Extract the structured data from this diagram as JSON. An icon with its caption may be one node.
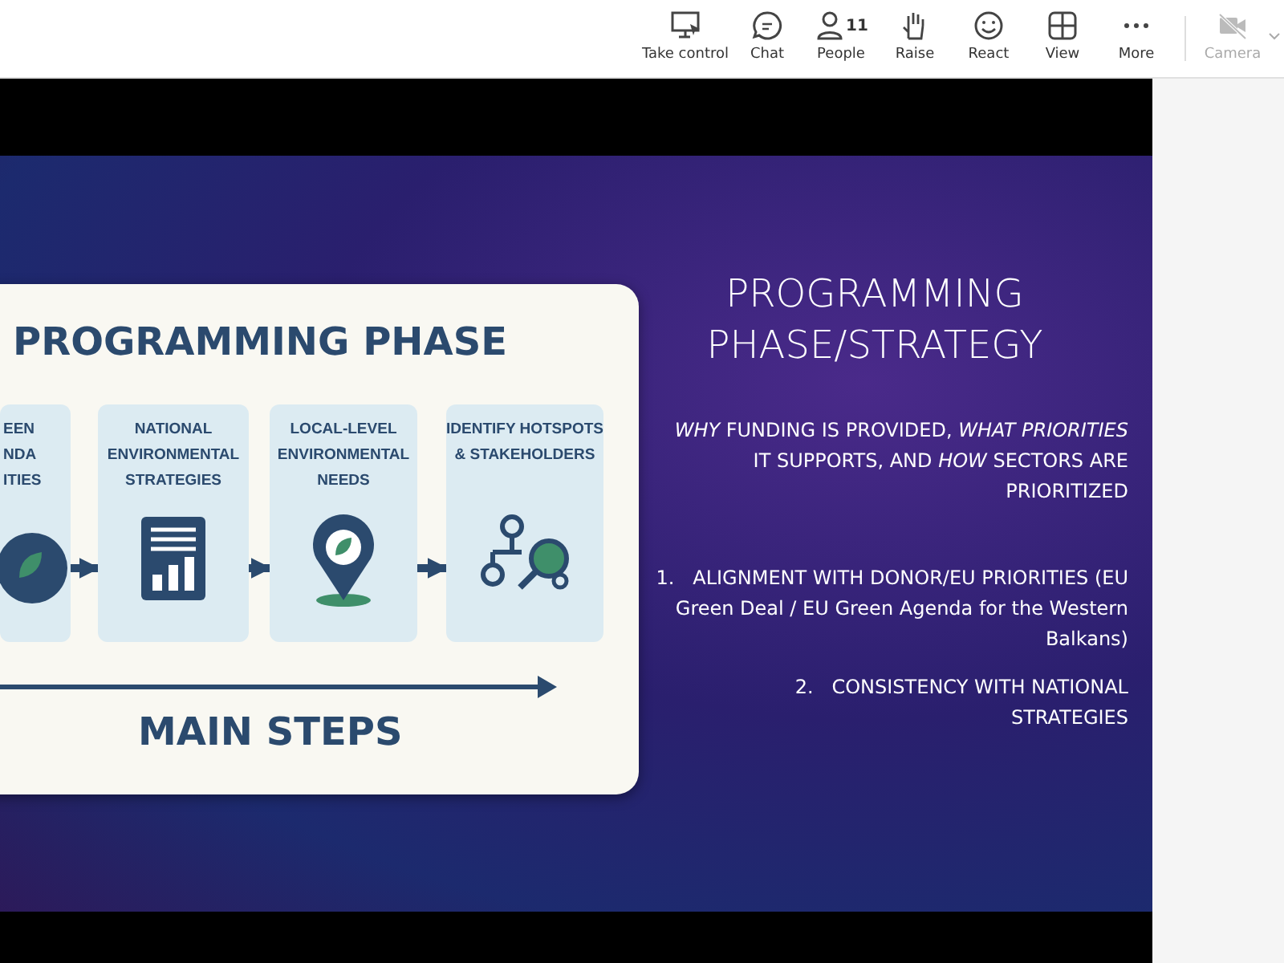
{
  "diagram": {
    "nodes": [
      {
        "text": [
          "PROGRAMMING PHASE",
          "MAIN STEPS"
        ]
      },
      {
        "text": [
          "EEN NDA ITIES"
        ],
        "in": 0
      },
      {
        "text": [
          "NATIONAL ENVIRONMENTAL STRATEGIES"
        ],
        "in": 0
      },
      {
        "text": [
          "LOCAL-LEVEL ENVIRONMENTAL NEEDS"
        ],
        "in": 0
      },
      {
        "text": [
          "IDENTIFY HOTSPOTS & STAKEHOLDERS"
        ],
        "in": 0
      }
    ],
    "edges": [
      {
        "from": 1,
        "to": 2,
        "arrow": "to"
      },
      {
        "from": 2,
        "to": 3,
        "arrow": "to"
      },
      {
        "from": 3,
        "to": 4,
        "arrow": "to"
      }
    ],
    "labels": [
      "Take control",
      "Chat",
      "11",
      "People",
      "Raise",
      "React",
      "View",
      "More",
      "Camera",
      "PROGRAMMING PHASE/STRATEGY",
      "*WHY* FUNDING IS PROVIDED, *WHAT PRIORITIES* IT SUPPORTS, AND *HOW* SECTORS ARE PRIORITIZED",
      "1.   ALIGNMENT WITH DONOR/EU PRIORITIES (EU Green Deal / EU Green Agenda for the Western Balkans)",
      "2.   CONSISTENCY WITH NATIONAL STRATEGIES"
    ]
  }
}
